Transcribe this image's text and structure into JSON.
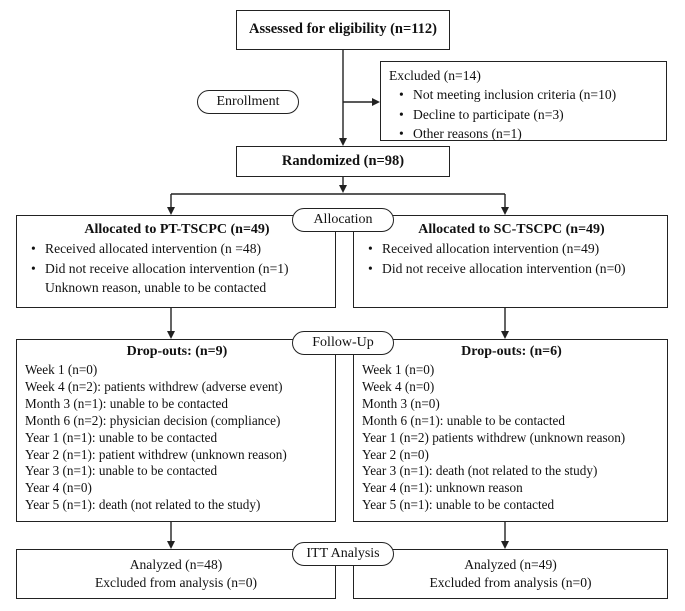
{
  "eligibility": {
    "title": "Assessed for eligibility (n=112)"
  },
  "excluded": {
    "title": "Excluded (n=14)",
    "items": [
      "Not meeting inclusion criteria (n=10)",
      "Decline to participate (n=3)",
      "Other reasons (n=1)"
    ]
  },
  "stages": {
    "enrollment": "Enrollment",
    "allocation": "Allocation",
    "followup": "Follow-Up",
    "itt": "ITT Analysis"
  },
  "randomized": {
    "title": "Randomized (n=98)"
  },
  "pt_alloc": {
    "title": "Allocated to PT-TSCPC (n=49)",
    "items": [
      "Received allocated intervention (n =48)",
      "Did not receive allocation intervention (n=1)"
    ],
    "note": "Unknown reason, unable to be contacted"
  },
  "sc_alloc": {
    "title": "Allocated to SC-TSCPC (n=49)",
    "items": [
      "Received allocation intervention (n=49)",
      "Did not receive allocation intervention (n=0)"
    ]
  },
  "pt_dropouts": {
    "title": "Drop-outs: (n=9)",
    "lines": [
      "Week 1 (n=0)",
      "Week 4 (n=2): patients withdrew (adverse event)",
      "Month 3 (n=1): unable to be contacted",
      "Month 6 (n=2): physician decision (compliance)",
      "Year 1 (n=1): unable to be contacted",
      "Year 2 (n=1): patient withdrew (unknown reason)",
      "Year 3 (n=1): unable to be contacted",
      "Year 4 (n=0)",
      "Year 5 (n=1): death (not related to the study)"
    ]
  },
  "sc_dropouts": {
    "title": "Drop-outs: (n=6)",
    "lines": [
      "Week 1 (n=0)",
      "Week 4 (n=0)",
      "Month 3 (n=0)",
      "Month 6 (n=1): unable to be contacted",
      "Year 1 (n=2) patients withdrew (unknown reason)",
      "Year 2 (n=0)",
      "Year 3 (n=1): death (not related to the study)",
      "Year 4 (n=1): unknown reason",
      "Year 5 (n=1): unable to be contacted"
    ]
  },
  "pt_analysis": {
    "analyzed": "Analyzed (n=48)",
    "excluded": "Excluded from analysis (n=0)"
  },
  "sc_analysis": {
    "analyzed": "Analyzed (n=49)",
    "excluded": "Excluded from analysis (n=0)"
  }
}
